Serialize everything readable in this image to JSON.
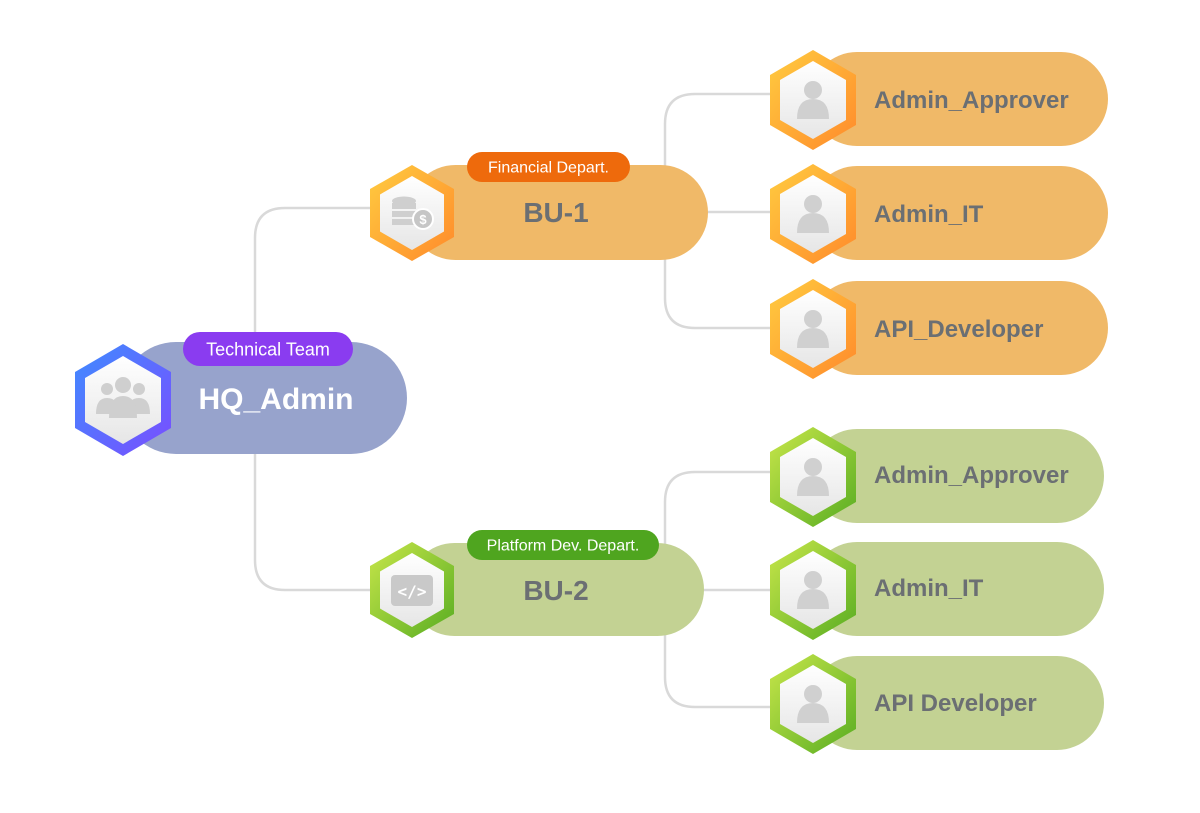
{
  "colors": {
    "connector": "#d9d9d9",
    "root_pill": "#97a3cc",
    "root_tag": "#8a3cf0",
    "root_hex_from": "#3f8cff",
    "root_hex_to": "#7a4dff",
    "bu1_pill": "#f0b968",
    "bu1_tag": "#ee6a0c",
    "bu1_hex_from": "#ffcc40",
    "bu1_hex_to": "#ff8a2b",
    "bu2_pill": "#c3d293",
    "bu2_tag": "#4fa51f",
    "bu2_hex_from": "#c8e64a",
    "bu2_hex_to": "#58ad22",
    "icon_gray": "#cfcfcf",
    "text_dark": "#6b6f73",
    "text_light": "#ffffff"
  },
  "root": {
    "tag": "Technical Team",
    "label": "HQ_Admin",
    "icon": "team-icon"
  },
  "units": [
    {
      "tag": "Financial Depart.",
      "label": "BU-1",
      "icon": "finance-coins-icon",
      "roles": [
        {
          "label": "Admin_Approver",
          "icon": "user-icon"
        },
        {
          "label": "Admin_IT",
          "icon": "user-icon"
        },
        {
          "label": "API_Developer",
          "icon": "user-icon"
        }
      ]
    },
    {
      "tag": "Platform Dev. Depart.",
      "label": "BU-2",
      "icon": "code-icon",
      "roles": [
        {
          "label": "Admin_Approver",
          "icon": "user-icon"
        },
        {
          "label": "Admin_IT",
          "icon": "user-icon"
        },
        {
          "label": "API Developer",
          "icon": "user-icon"
        }
      ]
    }
  ]
}
